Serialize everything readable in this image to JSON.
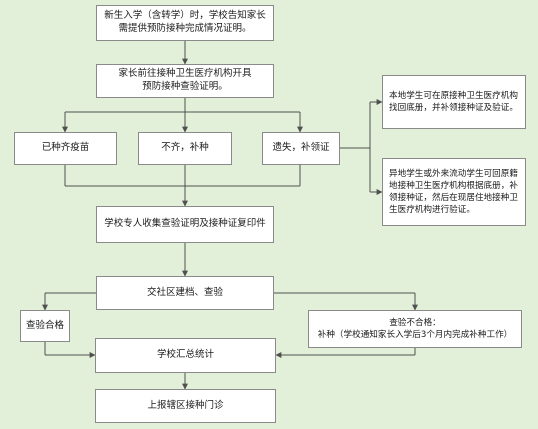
{
  "nodes": {
    "start": "新生入学（含转学）时，学校告知家长\n需提供预防接种完成情况证明。",
    "clinic": "家长前往接种卫生医疗机构开具\n预防接种查验证明。",
    "complete": "已种齐疫苗",
    "incomplete": "不齐，补种",
    "lost": "遗失，补领证",
    "local": "本地学生可在原接种卫生医疗机构\n找回底册，并补领接种证及验证。",
    "nonlocal": "异地学生或外来流动学生可回原籍\n地接种卫生医疗机构根据底册，补\n领接种证，然后在现居住地接种卫\n生医疗机构进行验证。",
    "collect": "学校专人收集查验证明及接种证复印件",
    "submit": "交社区建档、查验",
    "qualified": "查验合格",
    "unqualified": "查验不合格：\n补种（学校通知家长入学后3个月内完成补种工作）",
    "summary": "学校汇总统计",
    "report": "上报辖区接种门诊"
  },
  "colors": {
    "background": "#e2f0d9",
    "box_fill": "#ffffff",
    "box_border": "#8a8a8a",
    "connector": "#505050"
  }
}
